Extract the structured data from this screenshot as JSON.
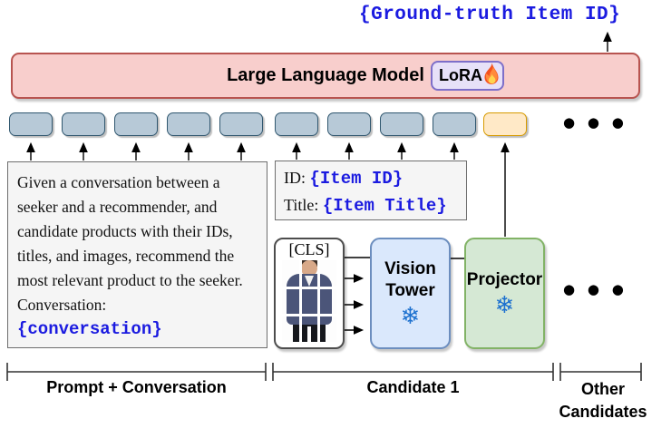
{
  "ground_truth": {
    "label": "{Ground-truth Item ID}"
  },
  "llm": {
    "title": "Large Language Model",
    "lora": "LoRA"
  },
  "prompt_box": {
    "text": "Given a conversation between a\nseeker and a recommender, and\ncandidate products with their IDs,\ntitles, and images, recommend the\nmost relevant product to the seeker.\nConversation:",
    "conversation_placeholder": "{conversation}"
  },
  "candidate_box": {
    "id_label": "ID: ",
    "id_value": "{Item ID}",
    "title_label": "Title: ",
    "title_value": "{Item Title}"
  },
  "cls_token": "[CLS]",
  "vision_tower": {
    "label": "Vision Tower",
    "frozen_icon": "❄"
  },
  "projector": {
    "label": "Projector",
    "frozen_icon": "❄"
  },
  "ellipsis": {
    "top": "● ● ●",
    "bottom": "● ● ●"
  },
  "spans": {
    "prompt": "Prompt + Conversation",
    "candidate1": "Candidate 1",
    "other": "Other\nCandidates"
  },
  "colors": {
    "llm_fill": "#f8cecc",
    "llm_border": "#b85450",
    "lora_fill": "#e7e1f8",
    "lora_border": "#7d6fc9",
    "token_fill": "#b7c9d7",
    "token_border": "#30576f",
    "candidate_token_fill": "#ffe9c7",
    "candidate_token_border": "#d79b00",
    "vision_fill": "#dae8fc",
    "vision_border": "#6c8ebf",
    "projector_fill": "#d5e8d4",
    "projector_border": "#82b366",
    "placeholder_text": "#1b1be0",
    "frozen_icon": "#1d71cf"
  }
}
